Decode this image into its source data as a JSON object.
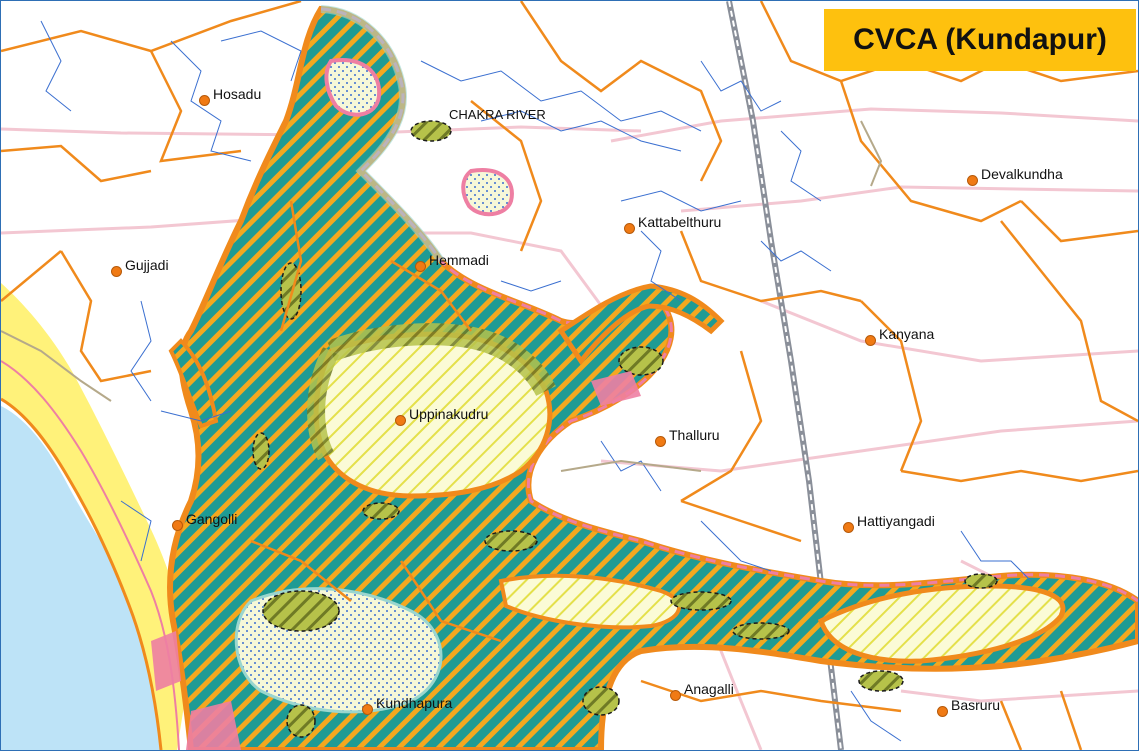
{
  "map": {
    "title": "CVCA (Kundapur)",
    "river_label": "CHAKRA RIVER",
    "places": [
      {
        "name": "Hosadu"
      },
      {
        "name": "Gujjadi"
      },
      {
        "name": "Hemmadi"
      },
      {
        "name": "Kattabelthuru"
      },
      {
        "name": "Devalkundha"
      },
      {
        "name": "Kanyana"
      },
      {
        "name": "Uppinakudru"
      },
      {
        "name": "Thalluru"
      },
      {
        "name": "Gangolli"
      },
      {
        "name": "Hattiyangadi"
      },
      {
        "name": "Anagalli"
      },
      {
        "name": "Kundhapura"
      },
      {
        "name": "Basruru"
      }
    ],
    "colors": {
      "sea": "#bde3f7",
      "beach": "#fff27a",
      "boundary": "#f08a1c",
      "water_hatch": "#1f9b94",
      "mangrove": "#8ea33a",
      "zone_pink": "#ee7fa3",
      "stream": "#3a6fd0",
      "road": "#f3c7d2",
      "railway": "#8a8f99",
      "title_bg": "#fec10e",
      "place_dot": "#f07a14"
    }
  }
}
